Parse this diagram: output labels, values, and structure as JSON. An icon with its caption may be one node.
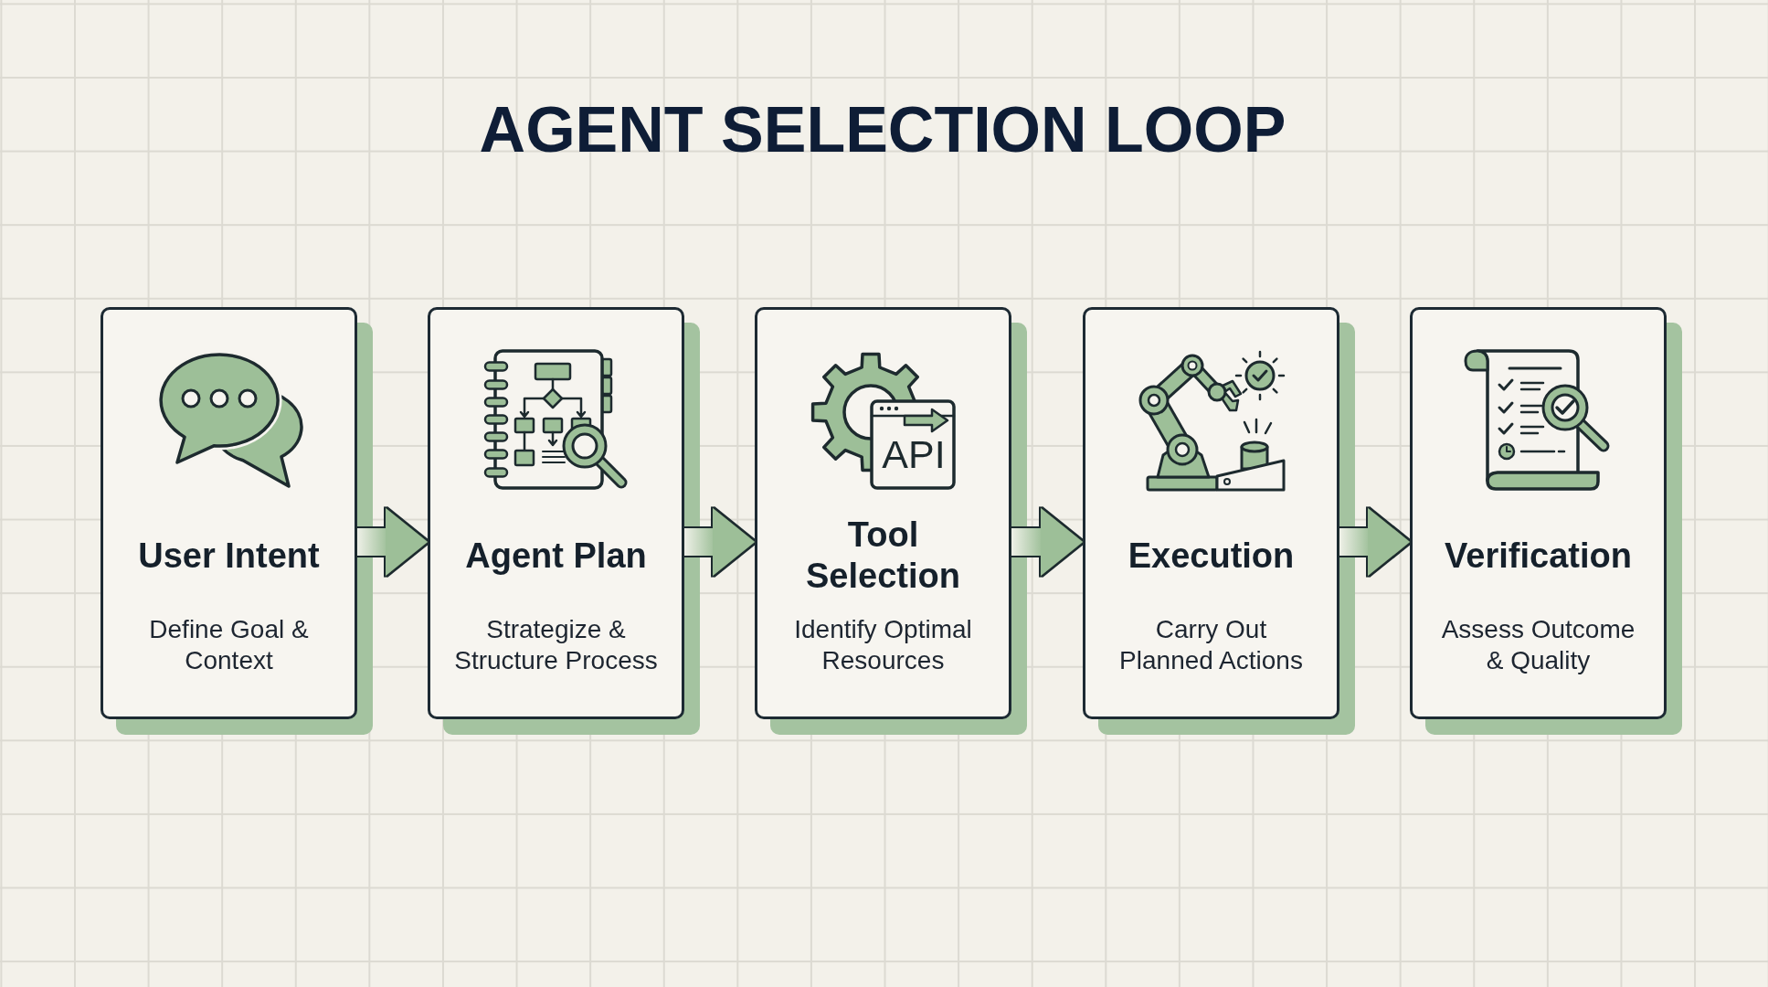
{
  "diagram": {
    "title": "AGENT SELECTION LOOP",
    "nodes": [
      {
        "text": [
          "User Intent",
          "Define Goal & Context"
        ]
      },
      {
        "text": [
          "Agent Plan",
          "Strategize & Structure Process"
        ]
      },
      {
        "text": [
          "Tool Selection",
          "Identify Optimal Resources"
        ]
      },
      {
        "text": [
          "Execution",
          "Carry Out Planned Actions"
        ]
      },
      {
        "text": [
          "Verification",
          "Assess Outcome & Quality"
        ]
      }
    ],
    "edges": [
      {
        "from": 0,
        "to": 1,
        "arrow": "to"
      },
      {
        "from": 1,
        "to": 2,
        "arrow": "to"
      },
      {
        "from": 2,
        "to": 3,
        "arrow": "to"
      },
      {
        "from": 3,
        "to": 4,
        "arrow": "to"
      }
    ],
    "labels": [
      "API"
    ]
  }
}
